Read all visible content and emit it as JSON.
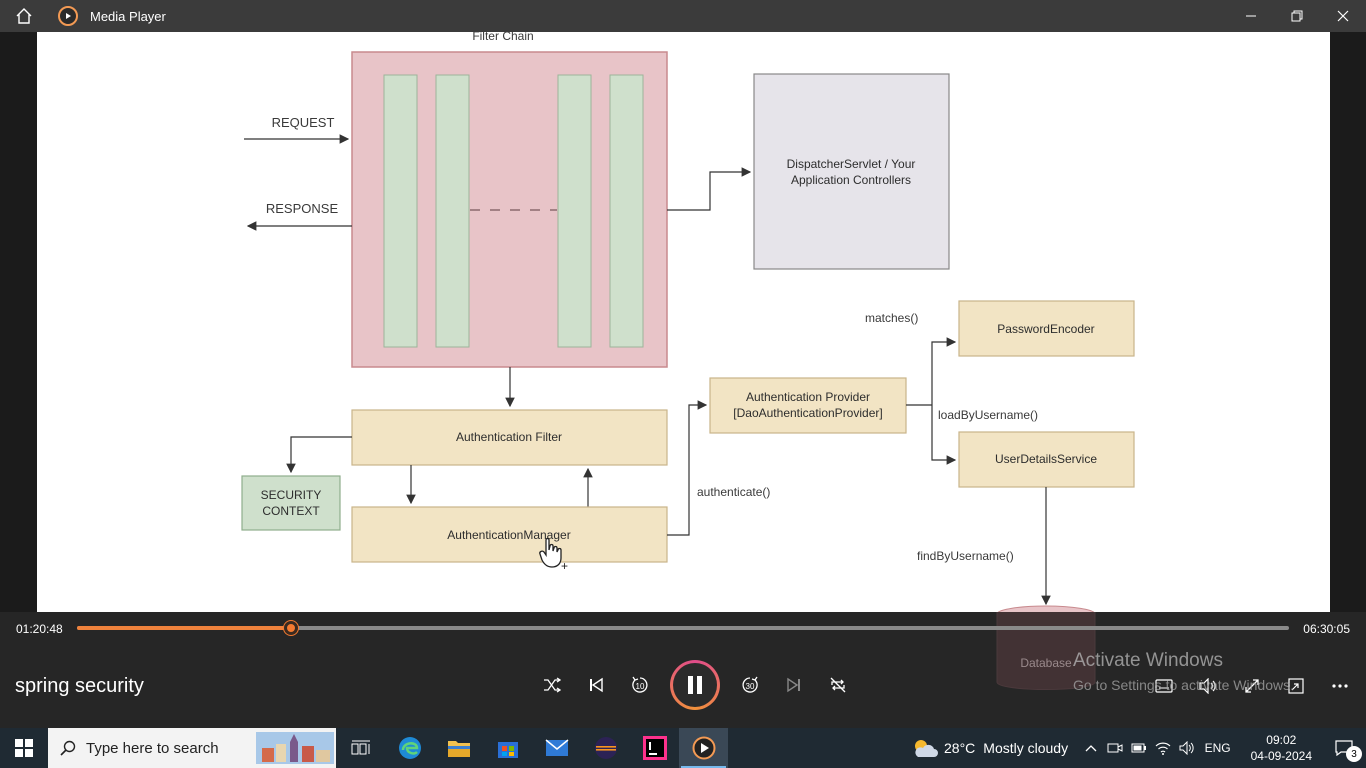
{
  "window": {
    "title": "Media Player"
  },
  "diagram": {
    "filter_chain_title": "Filter Chain",
    "request_label": "REQUEST",
    "response_label": "RESPONSE",
    "dispatcher_line1": "DispatcherServlet / Your",
    "dispatcher_line2": "Application Controllers",
    "auth_filter": "Authentication Filter",
    "security_context_line1": "SECURITY",
    "security_context_line2": "CONTEXT",
    "auth_manager": "AuthenticationManager",
    "auth_provider_line1": "Authentication Provider",
    "auth_provider_line2": "[DaoAuthenticationProvider]",
    "authenticate_label": "authenticate()",
    "matches_label": "matches()",
    "password_encoder": "PasswordEncoder",
    "load_by_username_label": "loadByUsername()",
    "user_details_service": "UserDetailsService",
    "find_by_username_label": "findByUsername()",
    "database": "Database"
  },
  "player": {
    "current_time": "01:20:48",
    "total_time": "06:30:05",
    "progress": 0.1763,
    "media_title": "spring security",
    "state": "playing",
    "skip_back_seconds": "10",
    "skip_forward_seconds": "30"
  },
  "watermark": {
    "line1": "Activate Windows",
    "line2": "Go to Settings to activate Windows."
  },
  "taskbar": {
    "search_placeholder": "Type here to search",
    "weather_temp": "28°C",
    "weather_text": "Mostly cloudy",
    "language": "ENG",
    "time": "09:02",
    "date": "04-09-2024",
    "notification_count": "3"
  },
  "colors": {
    "accent": "#f0823c",
    "filter_chain_bg": "#e8c4c8",
    "filter_bar": "#cfe0cc",
    "beige_box": "#f2e4c4",
    "dispatcher_box": "#e6e4ea"
  }
}
